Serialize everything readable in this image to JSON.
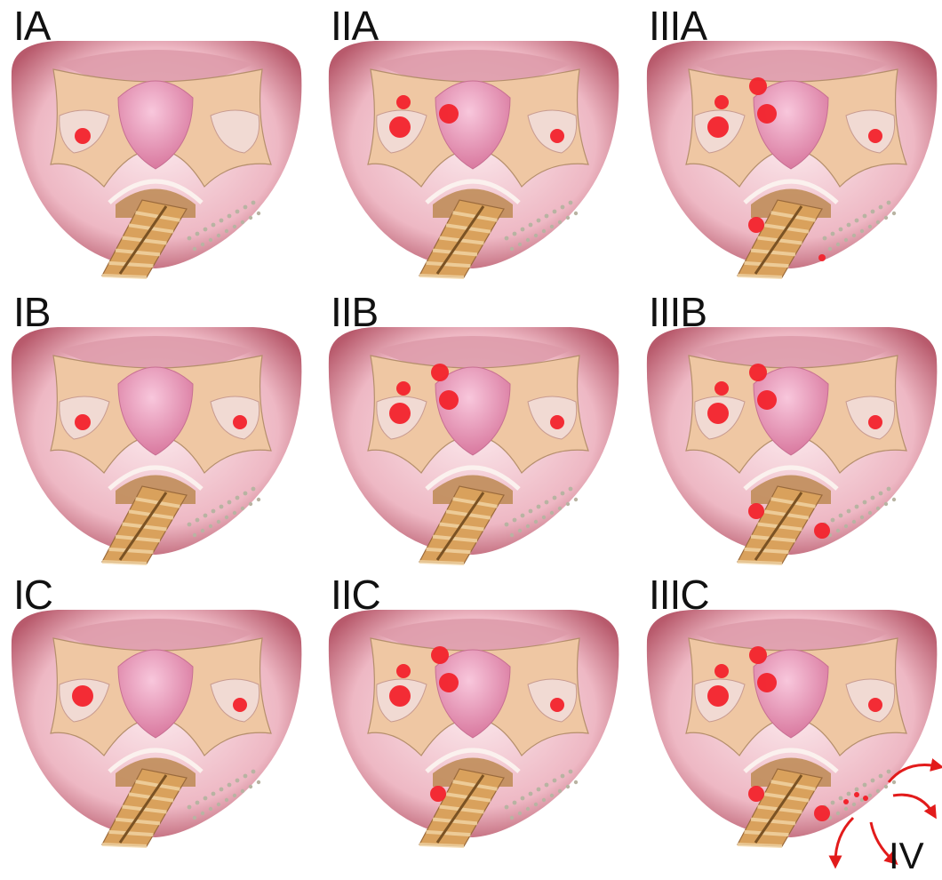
{
  "figure": {
    "panels": [
      {
        "id": "IA",
        "label": "IA",
        "lesions": [
          "left-ovary-small"
        ]
      },
      {
        "id": "IIA",
        "label": "IIA",
        "lesions": [
          "left-ovary",
          "left-tube",
          "uterus",
          "right-ovary-small"
        ]
      },
      {
        "id": "IIIA",
        "label": "IIIA",
        "lesions": [
          "left-ovary",
          "left-tube",
          "uterus",
          "fundus-top",
          "right-ovary-small",
          "rectum",
          "node-small"
        ]
      },
      {
        "id": "IB",
        "label": "IB",
        "lesions": [
          "left-ovary-small",
          "right-ovary-small"
        ]
      },
      {
        "id": "IIB",
        "label": "IIB",
        "lesions": [
          "left-ovary",
          "left-tube",
          "uterus",
          "fundus-top",
          "right-ovary-small"
        ]
      },
      {
        "id": "IIIB",
        "label": "IIIB",
        "lesions": [
          "left-ovary",
          "left-tube",
          "uterus",
          "fundus-top",
          "right-ovary-small",
          "rectum",
          "node"
        ]
      },
      {
        "id": "IC",
        "label": "IC",
        "lesions": [
          "left-ovary",
          "right-ovary-small"
        ]
      },
      {
        "id": "IIC",
        "label": "IIC",
        "lesions": [
          "left-ovary",
          "left-tube",
          "uterus",
          "fundus-top",
          "right-ovary-small",
          "rectum"
        ]
      },
      {
        "id": "IIIC",
        "label": "IIIC",
        "lesions": [
          "left-ovary",
          "left-tube",
          "uterus",
          "fundus-top",
          "right-ovary-small",
          "rectum",
          "node",
          "nodes-dots"
        ]
      }
    ],
    "distant_spread_label": "IV"
  },
  "colors": {
    "lesion": "#f2232c",
    "peritoneum": "#c8707f",
    "cavity": "#f6d6dc",
    "broad_ligament": "#efc7a3",
    "uterus": "#ef9fc0",
    "rectum": "#d9a15c",
    "arrow": "#e21b1b"
  }
}
